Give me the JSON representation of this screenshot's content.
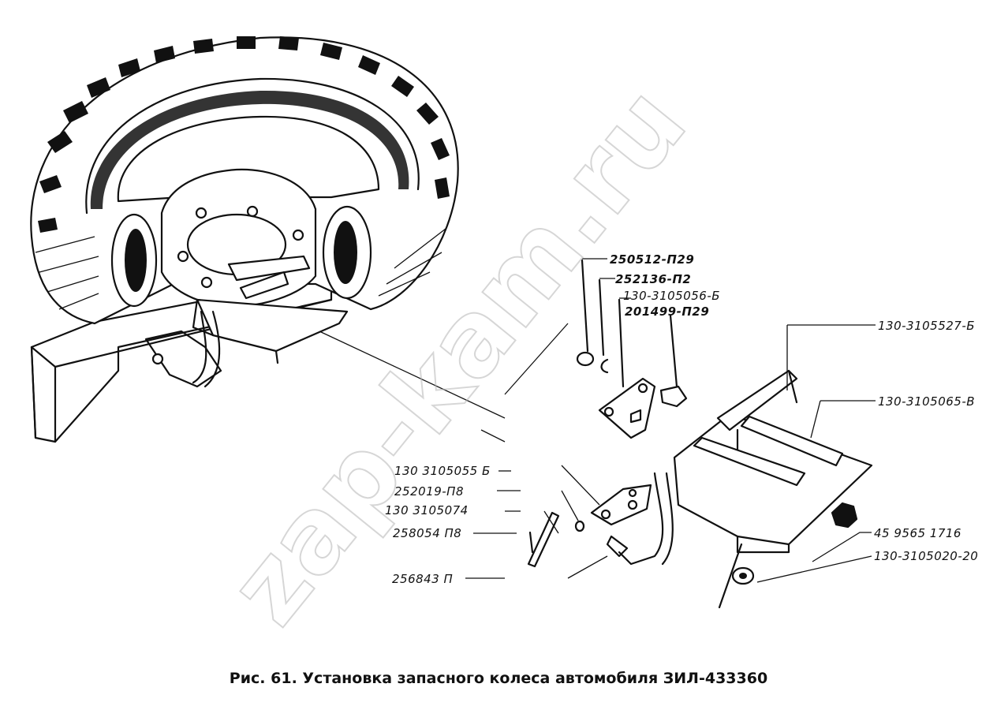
{
  "caption": "Рис. 61. Установка запасного колеса автомобиля ЗИЛ-433360",
  "watermark": "zap-kam.ru",
  "callouts": {
    "p250512": "250512-П29",
    "p252136": "252136-П2",
    "p130_3105056": "130-3105056-Б",
    "p201499": "201499-П29",
    "p130_3105527": "130-3105527-Б",
    "p130_3105065": "130-3105065-В",
    "p130_3105055": "130 3105055 Б",
    "p252019": "252019-П8",
    "p130_3105074": "130 3105074",
    "p258054": "258054 П8",
    "p256843": "256843 П",
    "p45_9565": "45 9565 1716",
    "p130_3105020": "130-3105020-20"
  }
}
